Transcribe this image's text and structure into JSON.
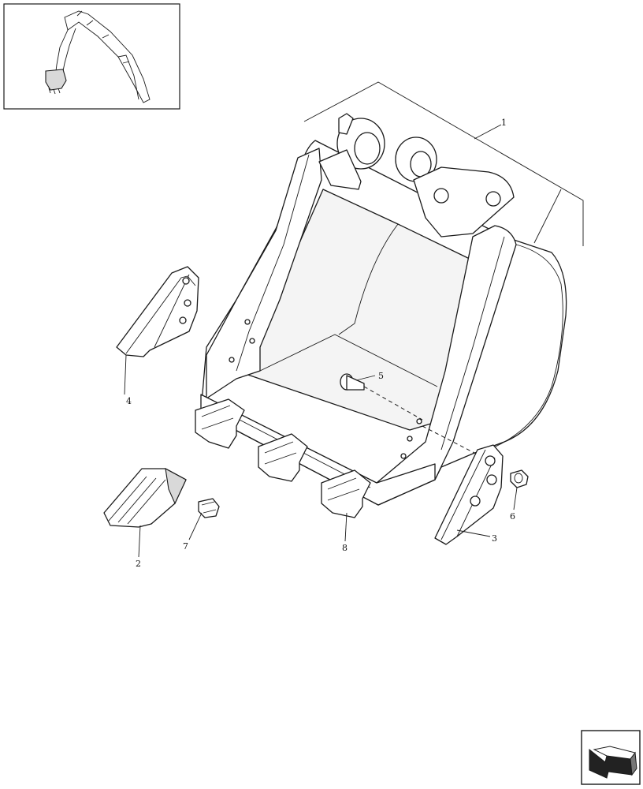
{
  "callouts": [
    {
      "id": "1",
      "label": "1"
    },
    {
      "id": "2",
      "label": "2"
    },
    {
      "id": "3",
      "label": "3"
    },
    {
      "id": "4",
      "label": "4"
    },
    {
      "id": "5",
      "label": "5"
    },
    {
      "id": "6",
      "label": "6"
    },
    {
      "id": "7",
      "label": "7"
    },
    {
      "id": "8",
      "label": "8"
    }
  ],
  "thumbnail": {
    "icon": "excavator-arm-thumbnail-icon"
  },
  "navigation": {
    "icon": "next-page-arrow-icon"
  }
}
